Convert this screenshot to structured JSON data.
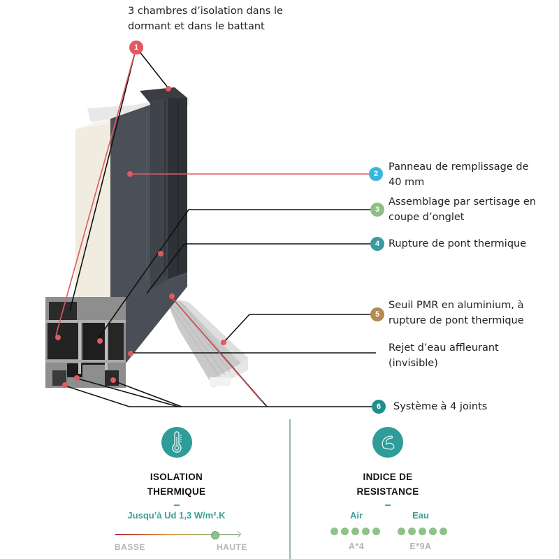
{
  "callouts": [
    {
      "number": "1",
      "text_lines": [
        "3 chambres d’isolation dans le",
        "dormant et dans le battant"
      ],
      "color": "#e05a60"
    },
    {
      "number": "2",
      "text_lines": [
        "Panneau de remplissage de",
        "40 mm"
      ],
      "color": "#3cb4e0"
    },
    {
      "number": "3",
      "text_lines": [
        "Assemblage par sertisage en",
        "coupe d’onglet"
      ],
      "color": "#8dbf84"
    },
    {
      "number": "4",
      "text_lines": [
        "Rupture de pont thermique"
      ],
      "color": "#3a9aa0"
    },
    {
      "number": "5",
      "text_lines": [
        "Seuil PMR en aluminium, à",
        "rupture de pont thermique"
      ],
      "color": "#b38a55"
    },
    {
      "number": "",
      "text_lines": [
        "Rejet d’eau affleurant",
        "(invisible)"
      ],
      "color": ""
    },
    {
      "number": "6",
      "text_lines": [
        "Système à 4 joints"
      ],
      "color": "#1f8f8c"
    }
  ],
  "features": {
    "isolation": {
      "icon": "thermometer-icon",
      "title_lines": [
        "ISOLATION",
        "THERMIQUE"
      ],
      "value": "Jusqu’à Ud 1,3 W/m².K",
      "scale_low": "BASSE",
      "scale_high": "HAUTE",
      "scale_position": 0.79
    },
    "resistance": {
      "icon": "flexed-arm-icon",
      "title_lines": [
        "INDICE DE",
        "RESISTANCE"
      ],
      "air_label": "Air",
      "air_rating": "A*4",
      "air_dots": 5,
      "eau_label": "Eau",
      "eau_rating": "E*9A",
      "eau_dots": 5
    }
  },
  "colors": {
    "accent_teal": "#2e9c98",
    "dot_green": "#8fc28a",
    "marker_red": "#e05a60"
  }
}
